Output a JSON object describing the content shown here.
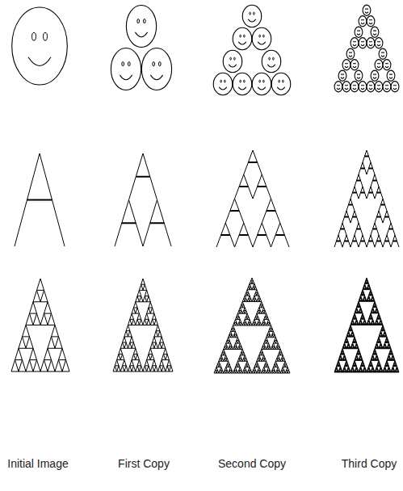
{
  "diagram": {
    "labels": [
      "Initial Image",
      "First Copy",
      "Second Copy",
      "Third Copy"
    ]
  }
}
